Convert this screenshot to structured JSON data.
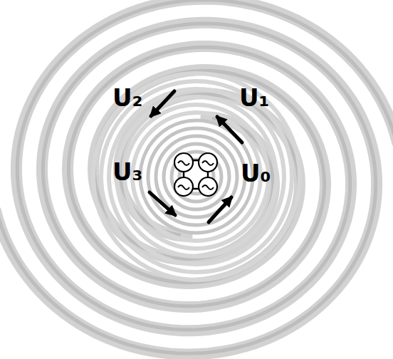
{
  "diagram": {
    "labels": [
      "U₂",
      "U₁",
      "U₃",
      "U₀"
    ]
  }
}
